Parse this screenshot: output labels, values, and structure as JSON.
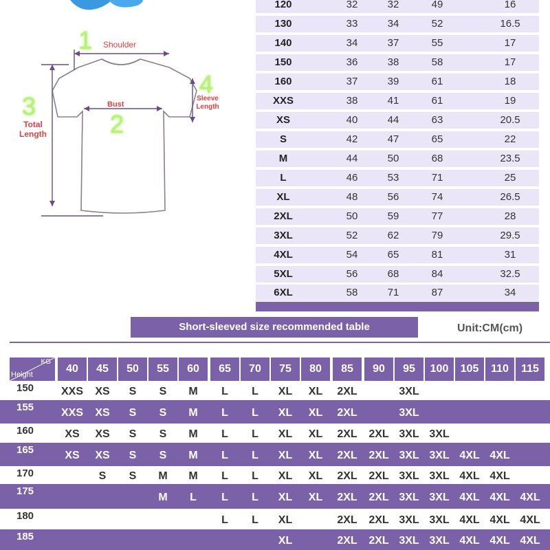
{
  "diagram": {
    "shoulder": {
      "num": "1",
      "label": "Shoulder"
    },
    "bust": {
      "num": "2",
      "label": "Bust"
    },
    "total_length": {
      "num": "3",
      "label_line1": "Total",
      "label_line2": "Length"
    },
    "sleeve_length": {
      "num": "4",
      "label_line1": "Sleeve",
      "label_line2": "Length"
    }
  },
  "size_chart": {
    "rows": [
      [
        "120",
        "32",
        "32",
        "49",
        "16"
      ],
      [
        "130",
        "33",
        "34",
        "52",
        "16.5"
      ],
      [
        "140",
        "34",
        "37",
        "55",
        "17"
      ],
      [
        "150",
        "36",
        "38",
        "58",
        "17"
      ],
      [
        "160",
        "37",
        "39",
        "61",
        "18"
      ],
      [
        "XXS",
        "38",
        "41",
        "61",
        "19"
      ],
      [
        "XS",
        "40",
        "44",
        "63",
        "20.5"
      ],
      [
        "S",
        "42",
        "47",
        "65",
        "22"
      ],
      [
        "M",
        "44",
        "50",
        "68",
        "23.5"
      ],
      [
        "L",
        "46",
        "53",
        "71",
        "25"
      ],
      [
        "XL",
        "48",
        "56",
        "74",
        "26.5"
      ],
      [
        "2XL",
        "50",
        "59",
        "77",
        "28"
      ],
      [
        "3XL",
        "52",
        "62",
        "79",
        "29.5"
      ],
      [
        "4XL",
        "54",
        "65",
        "81",
        "31"
      ],
      [
        "5XL",
        "56",
        "68",
        "84",
        "32.5"
      ],
      [
        "6XL",
        "58",
        "71",
        "87",
        "34"
      ]
    ]
  },
  "banner": {
    "title": "Short-sleeved size recommended table",
    "unit": "Unit:CM(cm)"
  },
  "recommend": {
    "corner_kg": "KG",
    "corner_height": "Height",
    "weights": [
      "40",
      "45",
      "50",
      "55",
      "60",
      "65",
      "70",
      "75",
      "80",
      "85",
      "90",
      "95",
      "100",
      "105",
      "110",
      "115"
    ],
    "rows": [
      {
        "height": "150",
        "cells": [
          "XXS",
          "XS",
          "S",
          "S",
          "M",
          "L",
          "L",
          "XL",
          "XL",
          "2XL",
          "",
          "3XL",
          "",
          "",
          "",
          ""
        ]
      },
      {
        "height": "155",
        "cells": [
          "XXS",
          "XS",
          "S",
          "S",
          "M",
          "L",
          "L",
          "XL",
          "XL",
          "2XL",
          "",
          "3XL",
          "",
          "",
          "",
          ""
        ]
      },
      {
        "height": "160",
        "cells": [
          "XS",
          "XS",
          "S",
          "S",
          "M",
          "L",
          "L",
          "XL",
          "XL",
          "2XL",
          "2XL",
          "3XL",
          "3XL",
          "",
          "",
          ""
        ]
      },
      {
        "height": "165",
        "cells": [
          "XS",
          "XS",
          "S",
          "S",
          "M",
          "L",
          "L",
          "XL",
          "XL",
          "2XL",
          "2XL",
          "3XL",
          "3XL",
          "4XL",
          "4XL",
          ""
        ]
      },
      {
        "height": "170",
        "cells": [
          "",
          "S",
          "S",
          "M",
          "M",
          "L",
          "L",
          "XL",
          "XL",
          "2XL",
          "2XL",
          "3XL",
          "3XL",
          "4XL",
          "4XL",
          ""
        ]
      },
      {
        "height": "175",
        "cells": [
          "",
          "",
          "",
          "M",
          "L",
          "L",
          "L",
          "XL",
          "XL",
          "2XL",
          "2XL",
          "3XL",
          "3XL",
          "4XL",
          "4XL",
          "4XL"
        ]
      },
      {
        "height": "180",
        "cells": [
          "",
          "",
          "",
          "",
          "",
          "L",
          "L",
          "XL",
          "",
          "2XL",
          "2XL",
          "3XL",
          "3XL",
          "4XL",
          "4XL",
          "4XL"
        ]
      },
      {
        "height": "185",
        "cells": [
          "",
          "",
          "",
          "",
          "",
          "",
          "",
          "XL",
          "",
          "2XL",
          "2XL",
          "3XL",
          "3XL",
          "4XL",
          "4XL",
          "4XL"
        ]
      }
    ]
  },
  "colors": {
    "accent": "#7b62a8",
    "row_light": "#ebe6f7",
    "label_red": "#e04040",
    "num_green": "#b8f07a"
  }
}
